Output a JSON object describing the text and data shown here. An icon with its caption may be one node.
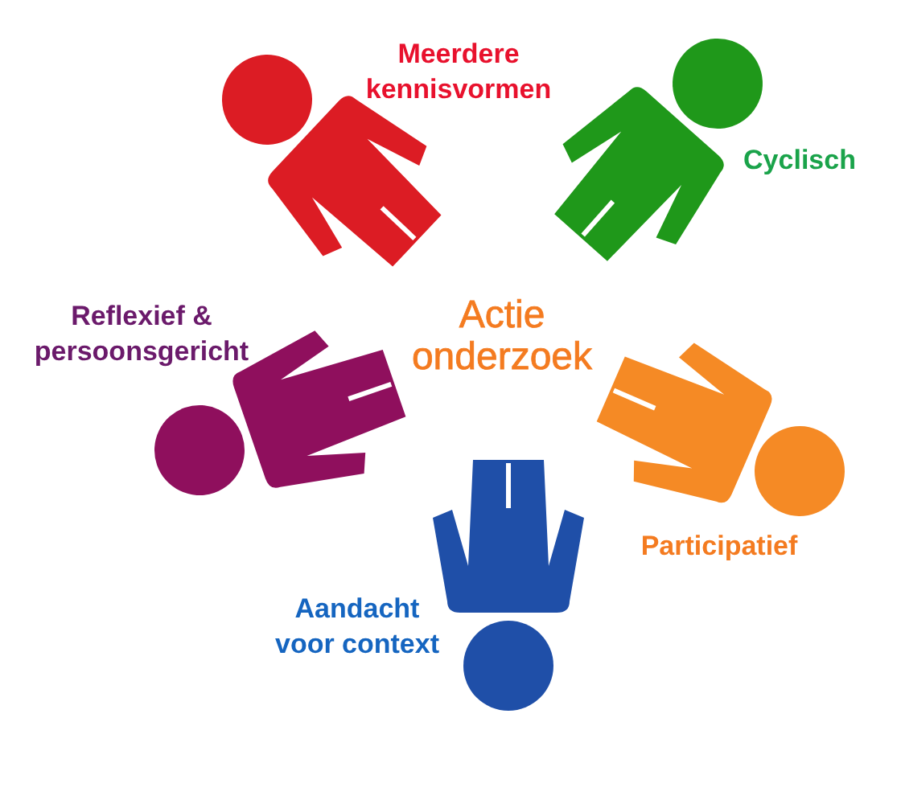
{
  "diagram": {
    "nodes": [
      {
        "text": [
          "Actie onderzoek"
        ]
      },
      {
        "text": [],
        "shape": "person",
        "beside": [
          "Meerdere kennisvormen"
        ]
      },
      {
        "text": [],
        "shape": "person",
        "beside": [
          "Cyclisch"
        ]
      },
      {
        "text": [],
        "shape": "person",
        "beside": [
          "Reflexief & persoonsgericht"
        ]
      },
      {
        "text": [],
        "shape": "person",
        "beside": [
          "Participatief"
        ]
      },
      {
        "text": [],
        "shape": "person",
        "beside": [
          "Aandacht voor context"
        ]
      }
    ]
  }
}
